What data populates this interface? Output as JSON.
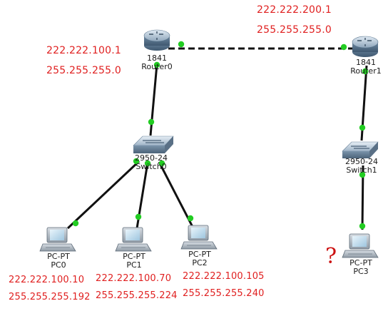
{
  "colors": {
    "cable": "#111111",
    "link_up": "#22cc22",
    "annotation": "#e02020"
  },
  "routers": [
    {
      "id": "router0",
      "model": "1841",
      "name": "Router0"
    },
    {
      "id": "router1",
      "model": "1841",
      "name": "Router1"
    }
  ],
  "switches": [
    {
      "id": "switch0",
      "model": "2950-24",
      "name": "Switch0"
    },
    {
      "id": "switch1",
      "model": "2950-24",
      "name": "Switch1"
    }
  ],
  "pcs": [
    {
      "id": "pc0",
      "model": "PC-PT",
      "name": "PC0"
    },
    {
      "id": "pc1",
      "model": "PC-PT",
      "name": "PC1"
    },
    {
      "id": "pc2",
      "model": "PC-PT",
      "name": "PC2"
    },
    {
      "id": "pc3",
      "model": "PC-PT",
      "name": "PC3"
    }
  ],
  "notes": {
    "router0_ip": "222.222.100.1",
    "router0_mask": "255.255.255.0",
    "router1_ip": "222.222.200.1",
    "router1_mask": "255.255.255.0",
    "pc0_ip": "222.222.100.10",
    "pc0_mask": "255.255.255.192",
    "pc1_ip": "222.222.100.70",
    "pc1_mask": "255.255.255.224",
    "pc2_ip": "222.222.100.105",
    "pc2_mask": "255.255.255.240",
    "pc3_mark": "?"
  }
}
